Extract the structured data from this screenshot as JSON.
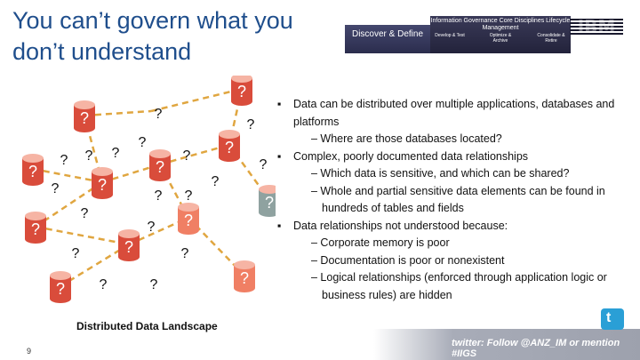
{
  "slide": {
    "title": "You can’t govern what you don’t understand",
    "page_number": "9"
  },
  "header": {
    "discover_label": "Discover & Define",
    "governance_title": "Information Governance Core Disciplines Lifecycle Management",
    "disciplines": [
      "Develop & Test",
      "Optimize & Archive",
      "Consolidate & Retire"
    ],
    "logo": "IBM"
  },
  "diagram": {
    "caption": "Distributed Data Landscape",
    "node_mark": "?",
    "link_mark": "?",
    "node_color": "#d64a3a",
    "node_colors": [
      "#d94c3b",
      "#f07f64",
      "#8fa2a0"
    ]
  },
  "bullets": [
    {
      "level": 1,
      "text": "Data can be distributed over multiple applications, databases and platforms"
    },
    {
      "level": 2,
      "text": "– Where are those databases located?"
    },
    {
      "level": 1,
      "text": "Complex, poorly documented data relationships"
    },
    {
      "level": 2,
      "text": "– Which data is sensitive, and which can be shared?"
    },
    {
      "level": 2,
      "text": "– Whole and partial sensitive data elements can be found in hundreds of tables and fields"
    },
    {
      "level": 1,
      "text": "Data relationships not understood because:"
    },
    {
      "level": 2,
      "text": "– Corporate memory is poor"
    },
    {
      "level": 2,
      "text": "– Documentation is poor or nonexistent"
    },
    {
      "level": 2,
      "text": "– Logical relationships (enforced through application logic or business rules) are hidden"
    }
  ],
  "footer": {
    "twitter_text": "twitter: Follow @ANZ_IM or mention #IIGS",
    "twitter_icon": "twitter-bird-icon"
  }
}
